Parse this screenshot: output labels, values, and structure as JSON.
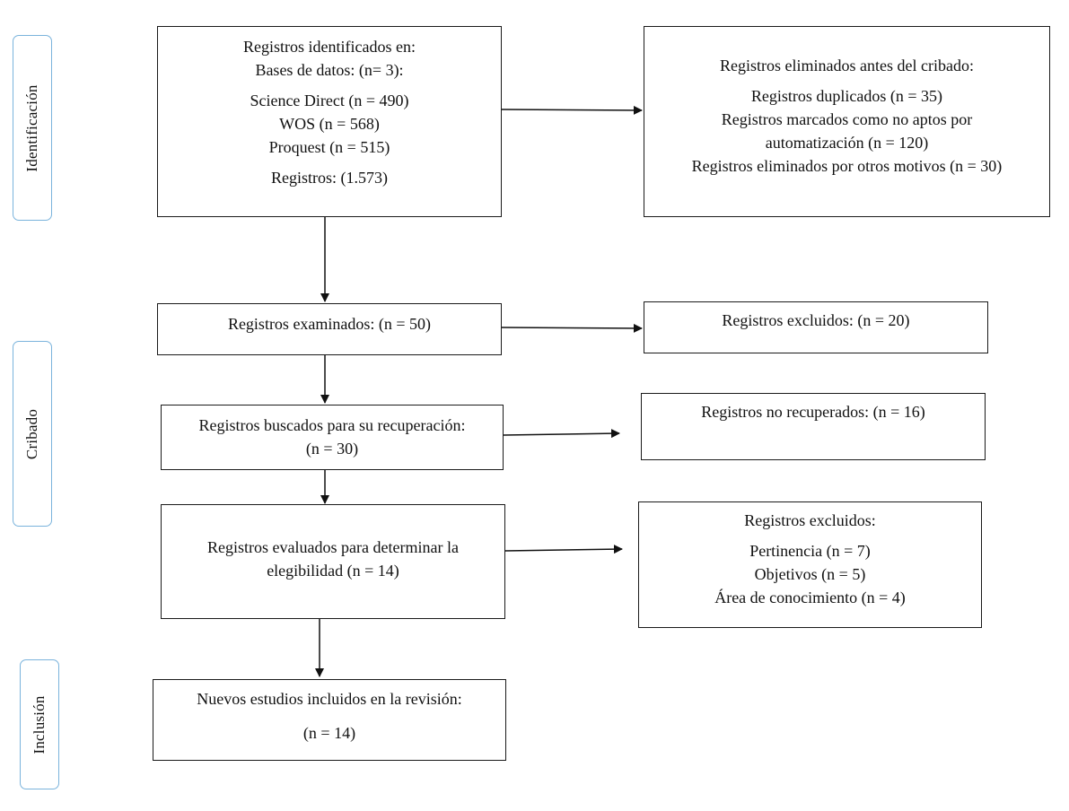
{
  "phases": {
    "identification": "Identificación",
    "screening": "Cribado",
    "inclusion": "Inclusión"
  },
  "identified": {
    "line1": "Registros identificados en:",
    "line2": "Bases de datos: (n= 3):",
    "science_direct": "Science Direct (n = 490)",
    "wos": "WOS (n = 568)",
    "proquest": "Proquest (n = 515)",
    "total": "Registros: (1.573)"
  },
  "removed": {
    "title": "Registros eliminados antes del cribado:",
    "duplicates": "Registros duplicados (n = 35)",
    "automation_1": "Registros marcados como no aptos por",
    "automation_2": "automatización (n = 120)",
    "other": "Registros eliminados por otros motivos (n = 30)"
  },
  "screened": {
    "text": "Registros examinados: (n = 50)"
  },
  "excluded_screen": {
    "text": "Registros excluidos: (n = 20)"
  },
  "sought": {
    "line1": "Registros buscados para su recuperación:",
    "line2": "(n = 30)"
  },
  "not_retrieved": {
    "text": "Registros no recuperados: (n = 16)"
  },
  "assessed": {
    "line1": "Registros evaluados para determinar la",
    "line2": "elegibilidad (n = 14)"
  },
  "excluded_eligibility": {
    "title": "Registros excluidos:",
    "relevance": "Pertinencia (n = 7)",
    "objectives": "Objetivos (n = 5)",
    "knowledge_area": "Área de conocimiento (n = 4)"
  },
  "included": {
    "line1": "Nuevos estudios incluidos en la revisión:",
    "line2": "(n = 14)"
  }
}
